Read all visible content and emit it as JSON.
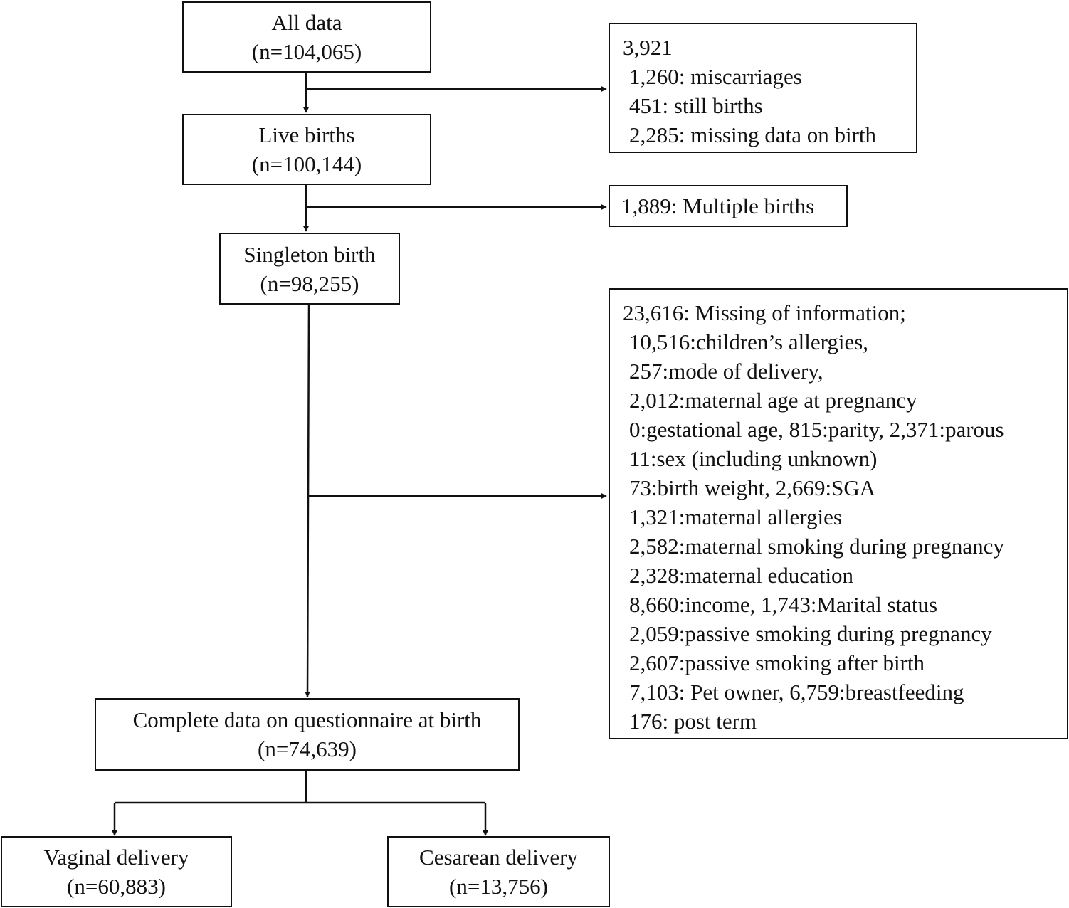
{
  "nodes": {
    "all_data": {
      "title": "All data",
      "count": "(n=104,065)"
    },
    "live_births": {
      "title": "Live births",
      "count": "(n=100,144)"
    },
    "singleton": {
      "title": "Singleton birth",
      "count": "(n=98,255)"
    },
    "complete": {
      "title": "Complete data on questionnaire at birth",
      "count": "(n=74,639)"
    },
    "vaginal": {
      "title": "Vaginal delivery",
      "count": "(n=60,883)"
    },
    "cesarean": {
      "title": "Cesarean delivery",
      "count": "(n=13,756)"
    }
  },
  "exclusions": {
    "first": {
      "total": "3,921",
      "items": [
        "1,260: miscarriages",
        "451: still births",
        "2,285: missing data on birth"
      ]
    },
    "second": {
      "text": "1,889: Multiple births"
    },
    "third": {
      "total": "23,616: Missing of information;",
      "items": [
        "10,516:children’s allergies,",
        "257:mode of delivery,",
        "2,012:maternal age at pregnancy",
        "0:gestational age, 815:parity, 2,371:parous",
        "11:sex (including unknown)",
        "73:birth weight, 2,669:SGA",
        "1,321:maternal allergies",
        "2,582:maternal smoking during pregnancy",
        "2,328:maternal education",
        "8,660:income, 1,743:Marital status",
        "2,059:passive smoking during pregnancy",
        "2,607:passive smoking after birth",
        "7,103: Pet owner, 6,759:breastfeeding",
        "176: post term"
      ]
    }
  }
}
